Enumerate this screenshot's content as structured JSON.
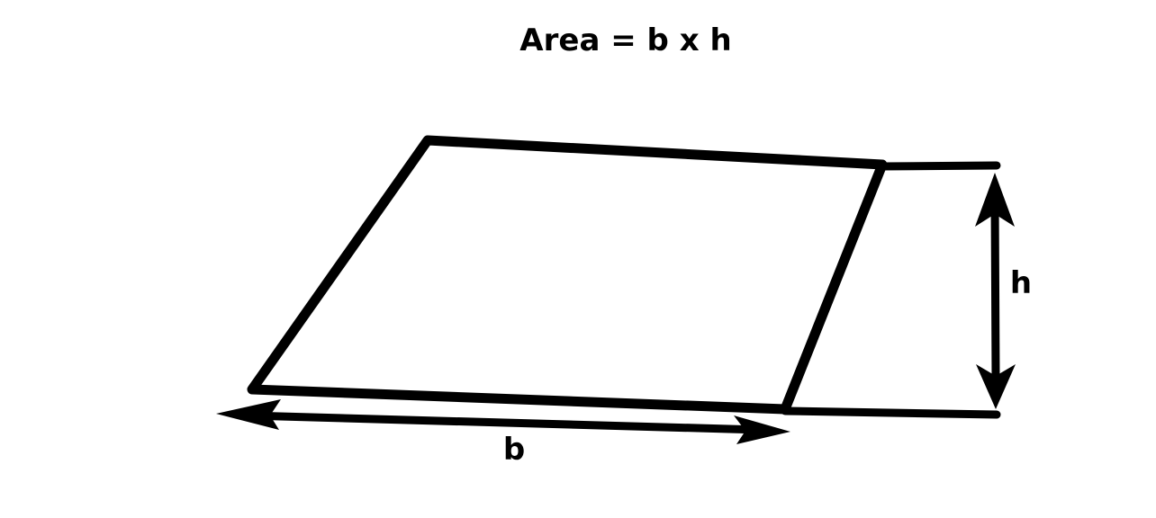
{
  "title": "Area = b x h",
  "labels": {
    "base": "b",
    "height": "h"
  },
  "colors": {
    "stroke": "#000000",
    "background": "#ffffff"
  }
}
